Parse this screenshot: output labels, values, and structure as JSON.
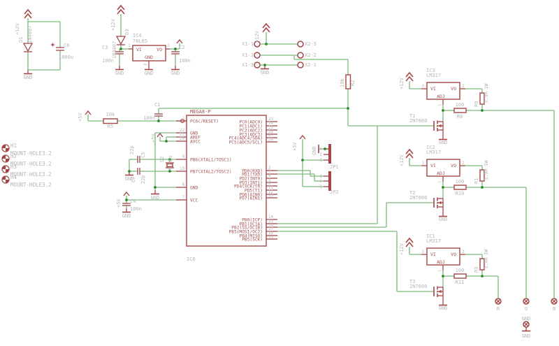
{
  "colors": {
    "wire_green": "#7cba7c",
    "symbol_red": "#a34646",
    "label_gray": "#b5b5b5",
    "junction_green": "#2e8b2e",
    "background": "#ffffff"
  },
  "power_entry": {
    "rail_label": "+12V",
    "diode_ref": "D1",
    "diode_value": "1N4007",
    "cap_ref": "C6",
    "cap_value": "1000u",
    "gnd_label": "GND"
  },
  "reg5v": {
    "rail_label": "+12V",
    "diode_ref": "D3",
    "diode_value": "1N4007",
    "ic_ref": "IC4",
    "ic_value": "78L05",
    "pin_vi": "VI",
    "pin_vo": "VO",
    "pin_gnd": "GND",
    "num_in": "1",
    "num_gnd": "2",
    "num_out": "3",
    "cin_ref": "C3",
    "cin_value": "100n",
    "cout_ref": "C2",
    "cout_value": "100n",
    "gnd_label": "GND"
  },
  "connectors": {
    "x1_labels": [
      "X1-1",
      "X1-2",
      "X1-3"
    ],
    "x2_labels": [
      "X2-3",
      "X2-2",
      "X2-1"
    ],
    "rail_label": "+12V",
    "gnd_label": "GND",
    "r2_ref": "R2",
    "r2_value": "10k"
  },
  "reset_net": {
    "rail_label": "+5V",
    "r5_ref": "R5",
    "r5_value": "10k",
    "c1_ref": "C1",
    "c1_value": "100n"
  },
  "mcu": {
    "value": "MEGA8-P",
    "ref": "IC6",
    "gnd_label": "GND",
    "left_pins": [
      {
        "num": "1",
        "label": "PC6(/RESET)"
      },
      {
        "num": "22",
        "label": "GND"
      },
      {
        "num": "21",
        "label": "AREF"
      },
      {
        "num": "20",
        "label": "AVCC"
      },
      {
        "num": "9",
        "label": "PB6(XTAL1/TOSC1)"
      },
      {
        "num": "10",
        "label": "PB7(XTAL2/TOSC2)"
      },
      {
        "num": "8",
        "label": "GND"
      },
      {
        "num": "7",
        "label": "VCC"
      }
    ],
    "right_pins": [
      {
        "num": "23",
        "label": "PC0(ADC0)"
      },
      {
        "num": "24",
        "label": "PC1(ADC1)"
      },
      {
        "num": "25",
        "label": "PC2(ADC2)"
      },
      {
        "num": "26",
        "label": "PC3(ADC3)"
      },
      {
        "num": "27",
        "label": "PC4(ADC4/SDA)"
      },
      {
        "num": "28",
        "label": "PC5(ADC5/SCL)"
      },
      {
        "num": "2",
        "label": "PD0(RXD)"
      },
      {
        "num": "3",
        "label": "PD1(TXD)"
      },
      {
        "num": "4",
        "label": "PD2(INT0)"
      },
      {
        "num": "5",
        "label": "PD3(INT1)"
      },
      {
        "num": "6",
        "label": "PD4(XCK/T0)"
      },
      {
        "num": "11",
        "label": "PD5(T1)"
      },
      {
        "num": "12",
        "label": "PD6(AIN0)"
      },
      {
        "num": "13",
        "label": "PD7(AIN1)"
      },
      {
        "num": "14",
        "label": "PB0(ICP)"
      },
      {
        "num": "15",
        "label": "PB1(OC1A)"
      },
      {
        "num": "16",
        "label": "PB2(SS/OC1B)"
      },
      {
        "num": "17",
        "label": "PB3(MOSI/OC2)"
      },
      {
        "num": "18",
        "label": "PB4(MISO)"
      },
      {
        "num": "19",
        "label": "PB5(SCK)"
      }
    ]
  },
  "crystal": {
    "ref": "Q2",
    "value": "3 Mhz",
    "c5_ref": "C5",
    "c5_value": "22p",
    "c7_ref": "C7",
    "c7_value": "22p",
    "gnd_label": "GND"
  },
  "vcc_net": {
    "rail_label": "+5V",
    "avcc_rail_label": "+5V",
    "cap_ref": "C4",
    "cap_value": "100n",
    "gnd_label": "GND"
  },
  "headers": {
    "jp1_ref": "JP1",
    "jp2_ref": "JP2",
    "pin_numbers": [
      "3",
      "2",
      "1"
    ],
    "rail_label": "+5V",
    "gnd_label": "GND"
  },
  "mount_holes": [
    {
      "ref": "H1",
      "value": "MOUNT-HOLE3.2"
    },
    {
      "ref": "H2",
      "value": "MOUNT-HOLE3.2"
    },
    {
      "ref": "H3",
      "value": "MOUNT-HOLE3.2"
    },
    {
      "ref": "H4",
      "value": "MOUNT-HOLE3.2"
    }
  ],
  "channels": [
    {
      "ic_ref": "IC3",
      "ic_value": "LM317",
      "rail_label": "+12V",
      "pin_vi": "VI",
      "pin_vo": "VO",
      "pin_adj": "ADJ",
      "num_in": "3",
      "num_out": "2",
      "num_adj": "1",
      "rsense_ref": "R9",
      "rsense_value": "3.9R",
      "rsense_power": "1W",
      "rgate_ref": "R8",
      "rgate_value": "100",
      "fet_ref": "T1",
      "fet_value": "2N7000",
      "gnd_label": "GND"
    },
    {
      "ic_ref": "IC2",
      "ic_value": "LM317",
      "rail_label": "+12V",
      "pin_vi": "VI",
      "pin_vo": "VO",
      "pin_adj": "ADJ",
      "num_in": "3",
      "num_out": "2",
      "num_adj": "1",
      "rsense_ref": "R1",
      "rsense_value": "3.9R",
      "rsense_power": "1W",
      "rgate_ref": "R10",
      "rgate_value": "100",
      "fet_ref": "T2",
      "fet_value": "2N7000",
      "gnd_label": "GND"
    },
    {
      "ic_ref": "IC1",
      "ic_value": "LM317",
      "rail_label": "+12V",
      "pin_vi": "VI",
      "pin_vo": "VO",
      "pin_adj": "ADJ",
      "num_in": "3",
      "num_out": "2",
      "num_adj": "1",
      "rsense_ref": "R3",
      "rsense_value": "3.9R",
      "rsense_power": "1W",
      "rgate_ref": "R11",
      "rgate_value": "100",
      "fet_ref": "T3",
      "fet_value": "2N7000",
      "gnd_label": "GND"
    }
  ],
  "outputs": {
    "pad_labels": [
      "R",
      "G",
      "B"
    ],
    "gnd_pad_label": "GND",
    "gnd_label": "GND"
  }
}
